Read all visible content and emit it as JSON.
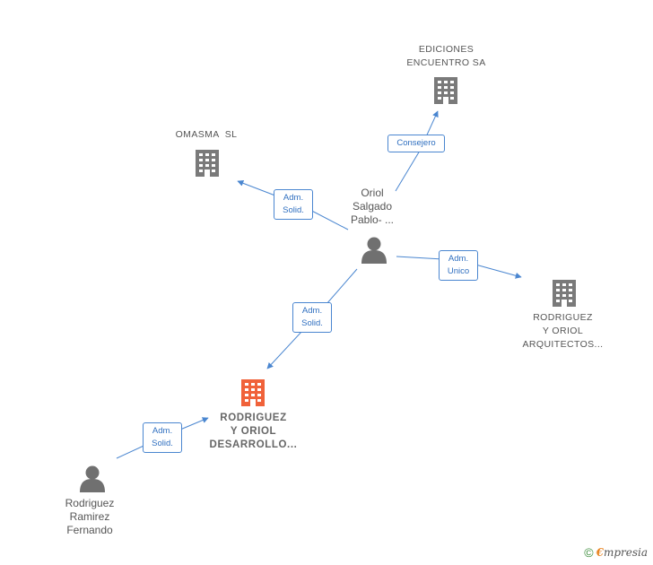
{
  "colors": {
    "edge": "#4a86d0",
    "node_default": "#7a7a7a",
    "node_highlight": "#f0623a",
    "label_border": "#4a86d0"
  },
  "nodes": {
    "ediciones": {
      "lines": [
        "EDICIONES",
        "ENCUENTRO SA"
      ],
      "icon": "building-icon"
    },
    "omasma": {
      "lines": [
        "OMASMA  SL"
      ],
      "icon": "building-icon"
    },
    "oriol": {
      "lines": [
        "Oriol",
        "Salgado",
        "Pablo- ..."
      ],
      "icon": "person-icon"
    },
    "arquitectos": {
      "lines": [
        "RODRIGUEZ",
        "Y ORIOL",
        "ARQUITECTOS..."
      ],
      "icon": "building-icon"
    },
    "desarrollo": {
      "lines": [
        "RODRIGUEZ",
        "Y ORIOL",
        "DESARROLLO..."
      ],
      "icon": "building-icon"
    },
    "fernando": {
      "lines": [
        "Rodriguez",
        "Ramirez",
        "Fernando"
      ],
      "icon": "person-icon"
    }
  },
  "edges": {
    "consejero": {
      "lines": [
        "Consejero"
      ]
    },
    "omasma_admin": {
      "lines": [
        "Adm.",
        "Solid."
      ]
    },
    "arquitectos_admin": {
      "lines": [
        "Adm.",
        "Unico"
      ]
    },
    "desarrollo_admin": {
      "lines": [
        "Adm.",
        "Solid."
      ]
    },
    "fernando_admin": {
      "lines": [
        "Adm.",
        "Solid."
      ]
    }
  },
  "footer": {
    "copyright": "©",
    "brand_first": "€",
    "brand_rest": "mpresia"
  }
}
